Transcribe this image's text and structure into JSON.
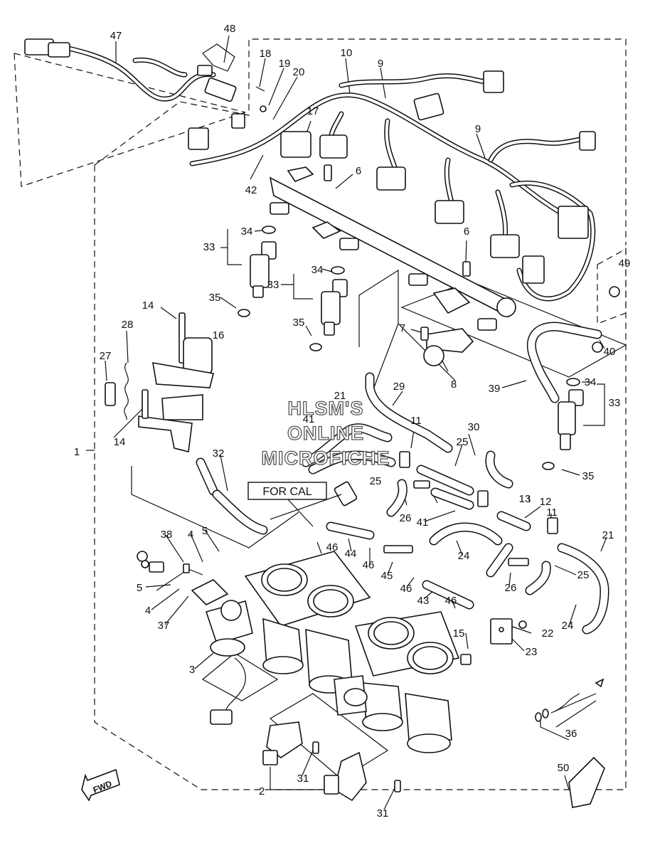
{
  "watermark": [
    "HLSM'S",
    "ONLINE",
    "MICROFICHE"
  ],
  "callout_box": "FOR CAL",
  "fwd_badge": "FWD",
  "labels": [
    "1",
    "2",
    "3",
    "4",
    "4",
    "5",
    "5",
    "6",
    "6",
    "7",
    "8",
    "9",
    "9",
    "10",
    "11",
    "11",
    "12",
    "13",
    "14",
    "14",
    "15",
    "16",
    "17",
    "18",
    "19",
    "20",
    "21",
    "21",
    "22",
    "23",
    "24",
    "24",
    "25",
    "25",
    "25",
    "26",
    "26",
    "27",
    "28",
    "29",
    "30",
    "31",
    "31",
    "32",
    "33",
    "33",
    "33",
    "34",
    "34",
    "34",
    "35",
    "35",
    "35",
    "36",
    "37",
    "38",
    "39",
    "40",
    "41",
    "41",
    "42",
    "43",
    "44",
    "45",
    "46",
    "46",
    "46",
    "46",
    "47",
    "48",
    "49",
    "50"
  ]
}
